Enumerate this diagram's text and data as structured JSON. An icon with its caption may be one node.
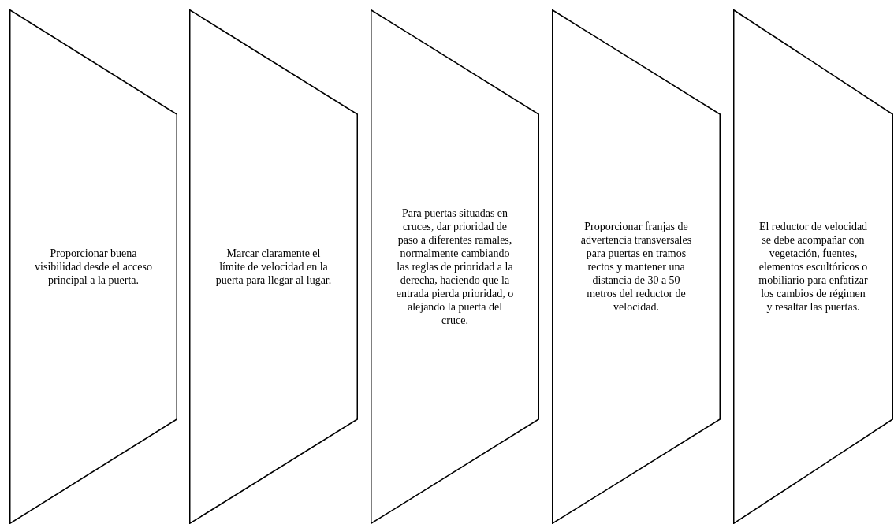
{
  "diagram": {
    "nodes": [
      {
        "text": [
          "Proporcionar buena visibilidad desde el acceso principal a la puerta."
        ]
      },
      {
        "text": [
          "Marcar claramente el límite de velocidad en la puerta para llegar al lugar."
        ]
      },
      {
        "text": [
          "Para puertas situadas en cruces, dar prioridad de paso a diferentes ramales, normalmente cambiando las reglas de prioridad a la derecha, haciendo que la entrada pierda prioridad, o alejando la puerta del cruce."
        ]
      },
      {
        "text": [
          "Proporcionar franjas de advertencia transversales para puertas en tramos rectos y mantener una distancia de 30 a 50 metros del reductor de velocidad."
        ]
      },
      {
        "text": [
          "El reductor de velocidad se debe acompañar con vegetación, fuentes, elementos escultóricos o mobiliario para enfatizar los cambios de régimen y resaltar las puertas."
        ]
      }
    ]
  }
}
